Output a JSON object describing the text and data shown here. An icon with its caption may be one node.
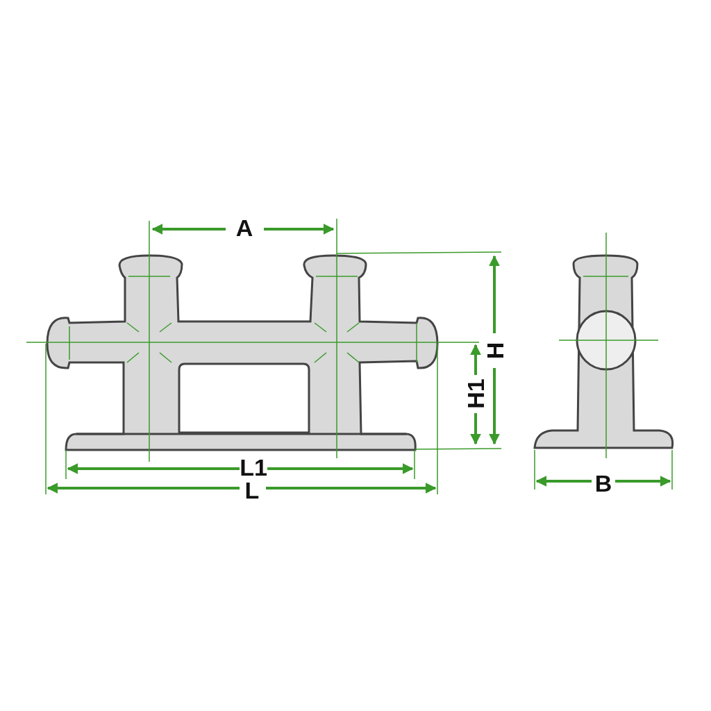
{
  "diagram": {
    "labels": [
      "A",
      "H",
      "H1",
      "L1",
      "L",
      "B"
    ]
  }
}
